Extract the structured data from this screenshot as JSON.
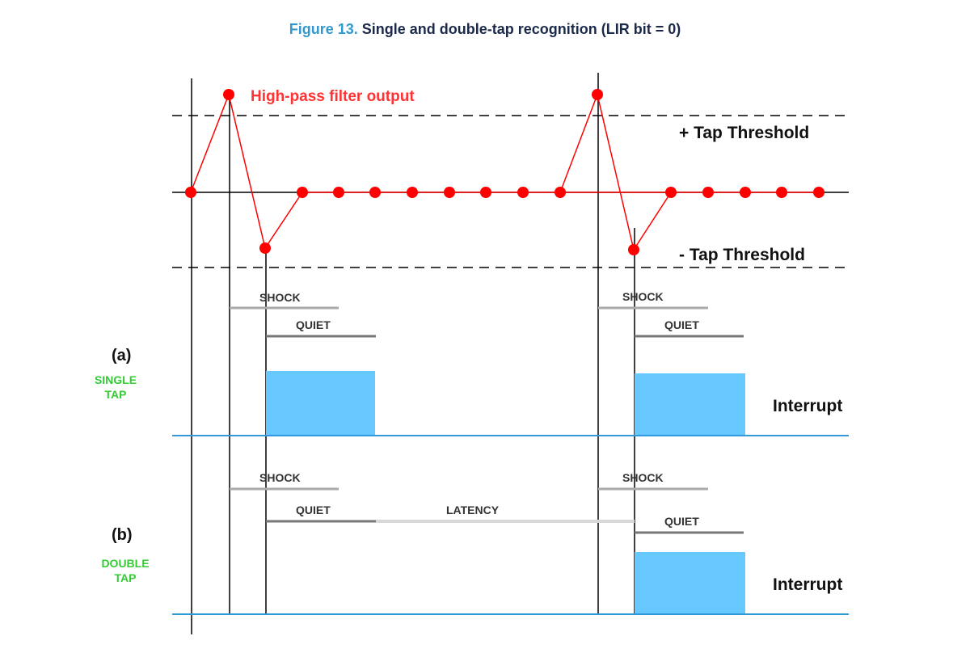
{
  "figure": {
    "number": "Figure 13.",
    "caption": "Single and double-tap recognition (LIR bit = 0)"
  },
  "signal": {
    "label": "High-pass filter output",
    "plus_threshold": "+ Tap Threshold",
    "minus_threshold": "- Tap Threshold",
    "color": "#ff0000"
  },
  "panel_a": {
    "letter": "(a)",
    "name_line1": "SINGLE",
    "name_line2": "TAP",
    "shock_left": "SHOCK",
    "quiet_left": "QUIET",
    "shock_right": "SHOCK",
    "quiet_right": "QUIET",
    "interrupt": "Interrupt"
  },
  "panel_b": {
    "letter": "(b)",
    "name_line1": "DOUBLE",
    "name_line2": "TAP",
    "shock_left": "SHOCK",
    "quiet_left": "QUIET",
    "latency": "LATENCY",
    "shock_right": "SHOCK",
    "quiet_right": "QUIET",
    "interrupt": "Interrupt"
  },
  "colors": {
    "interrupt_fill": "#66c8ff",
    "tap_label": "#33cc33",
    "baseline": "#3399dd"
  }
}
